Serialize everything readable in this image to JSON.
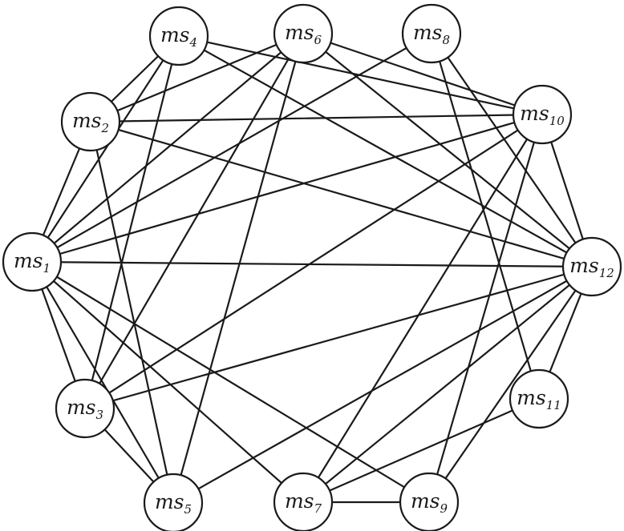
{
  "nodes": [
    {
      "id": "ms1",
      "label": "ms",
      "sub": "1"
    },
    {
      "id": "ms2",
      "label": "ms",
      "sub": "2"
    },
    {
      "id": "ms3",
      "label": "ms",
      "sub": "3"
    },
    {
      "id": "ms4",
      "label": "ms",
      "sub": "4"
    },
    {
      "id": "ms5",
      "label": "ms",
      "sub": "5"
    },
    {
      "id": "ms6",
      "label": "ms",
      "sub": "6"
    },
    {
      "id": "ms7",
      "label": "ms",
      "sub": "7"
    },
    {
      "id": "ms8",
      "label": "ms",
      "sub": "8"
    },
    {
      "id": "ms9",
      "label": "ms",
      "sub": "9"
    },
    {
      "id": "ms10",
      "label": "ms",
      "sub": "10"
    },
    {
      "id": "ms11",
      "label": "ms",
      "sub": "11"
    },
    {
      "id": "ms12",
      "label": "ms",
      "sub": "12"
    }
  ],
  "edges": [
    [
      "ms1",
      "ms2"
    ],
    [
      "ms1",
      "ms3"
    ],
    [
      "ms1",
      "ms4"
    ],
    [
      "ms1",
      "ms5"
    ],
    [
      "ms1",
      "ms6"
    ],
    [
      "ms1",
      "ms7"
    ],
    [
      "ms1",
      "ms8"
    ],
    [
      "ms1",
      "ms9"
    ],
    [
      "ms1",
      "ms10"
    ],
    [
      "ms1",
      "ms12"
    ],
    [
      "ms2",
      "ms4"
    ],
    [
      "ms2",
      "ms5"
    ],
    [
      "ms2",
      "ms6"
    ],
    [
      "ms2",
      "ms10"
    ],
    [
      "ms2",
      "ms12"
    ],
    [
      "ms3",
      "ms4"
    ],
    [
      "ms3",
      "ms5"
    ],
    [
      "ms3",
      "ms6"
    ],
    [
      "ms3",
      "ms10"
    ],
    [
      "ms3",
      "ms12"
    ],
    [
      "ms4",
      "ms10"
    ],
    [
      "ms4",
      "ms12"
    ],
    [
      "ms5",
      "ms6"
    ],
    [
      "ms5",
      "ms12"
    ],
    [
      "ms6",
      "ms10"
    ],
    [
      "ms6",
      "ms12"
    ],
    [
      "ms7",
      "ms9"
    ],
    [
      "ms7",
      "ms10"
    ],
    [
      "ms7",
      "ms11"
    ],
    [
      "ms7",
      "ms12"
    ],
    [
      "ms8",
      "ms11"
    ],
    [
      "ms8",
      "ms12"
    ],
    [
      "ms9",
      "ms10"
    ],
    [
      "ms9",
      "ms12"
    ],
    [
      "ms10",
      "ms12"
    ],
    [
      "ms11",
      "ms12"
    ]
  ]
}
